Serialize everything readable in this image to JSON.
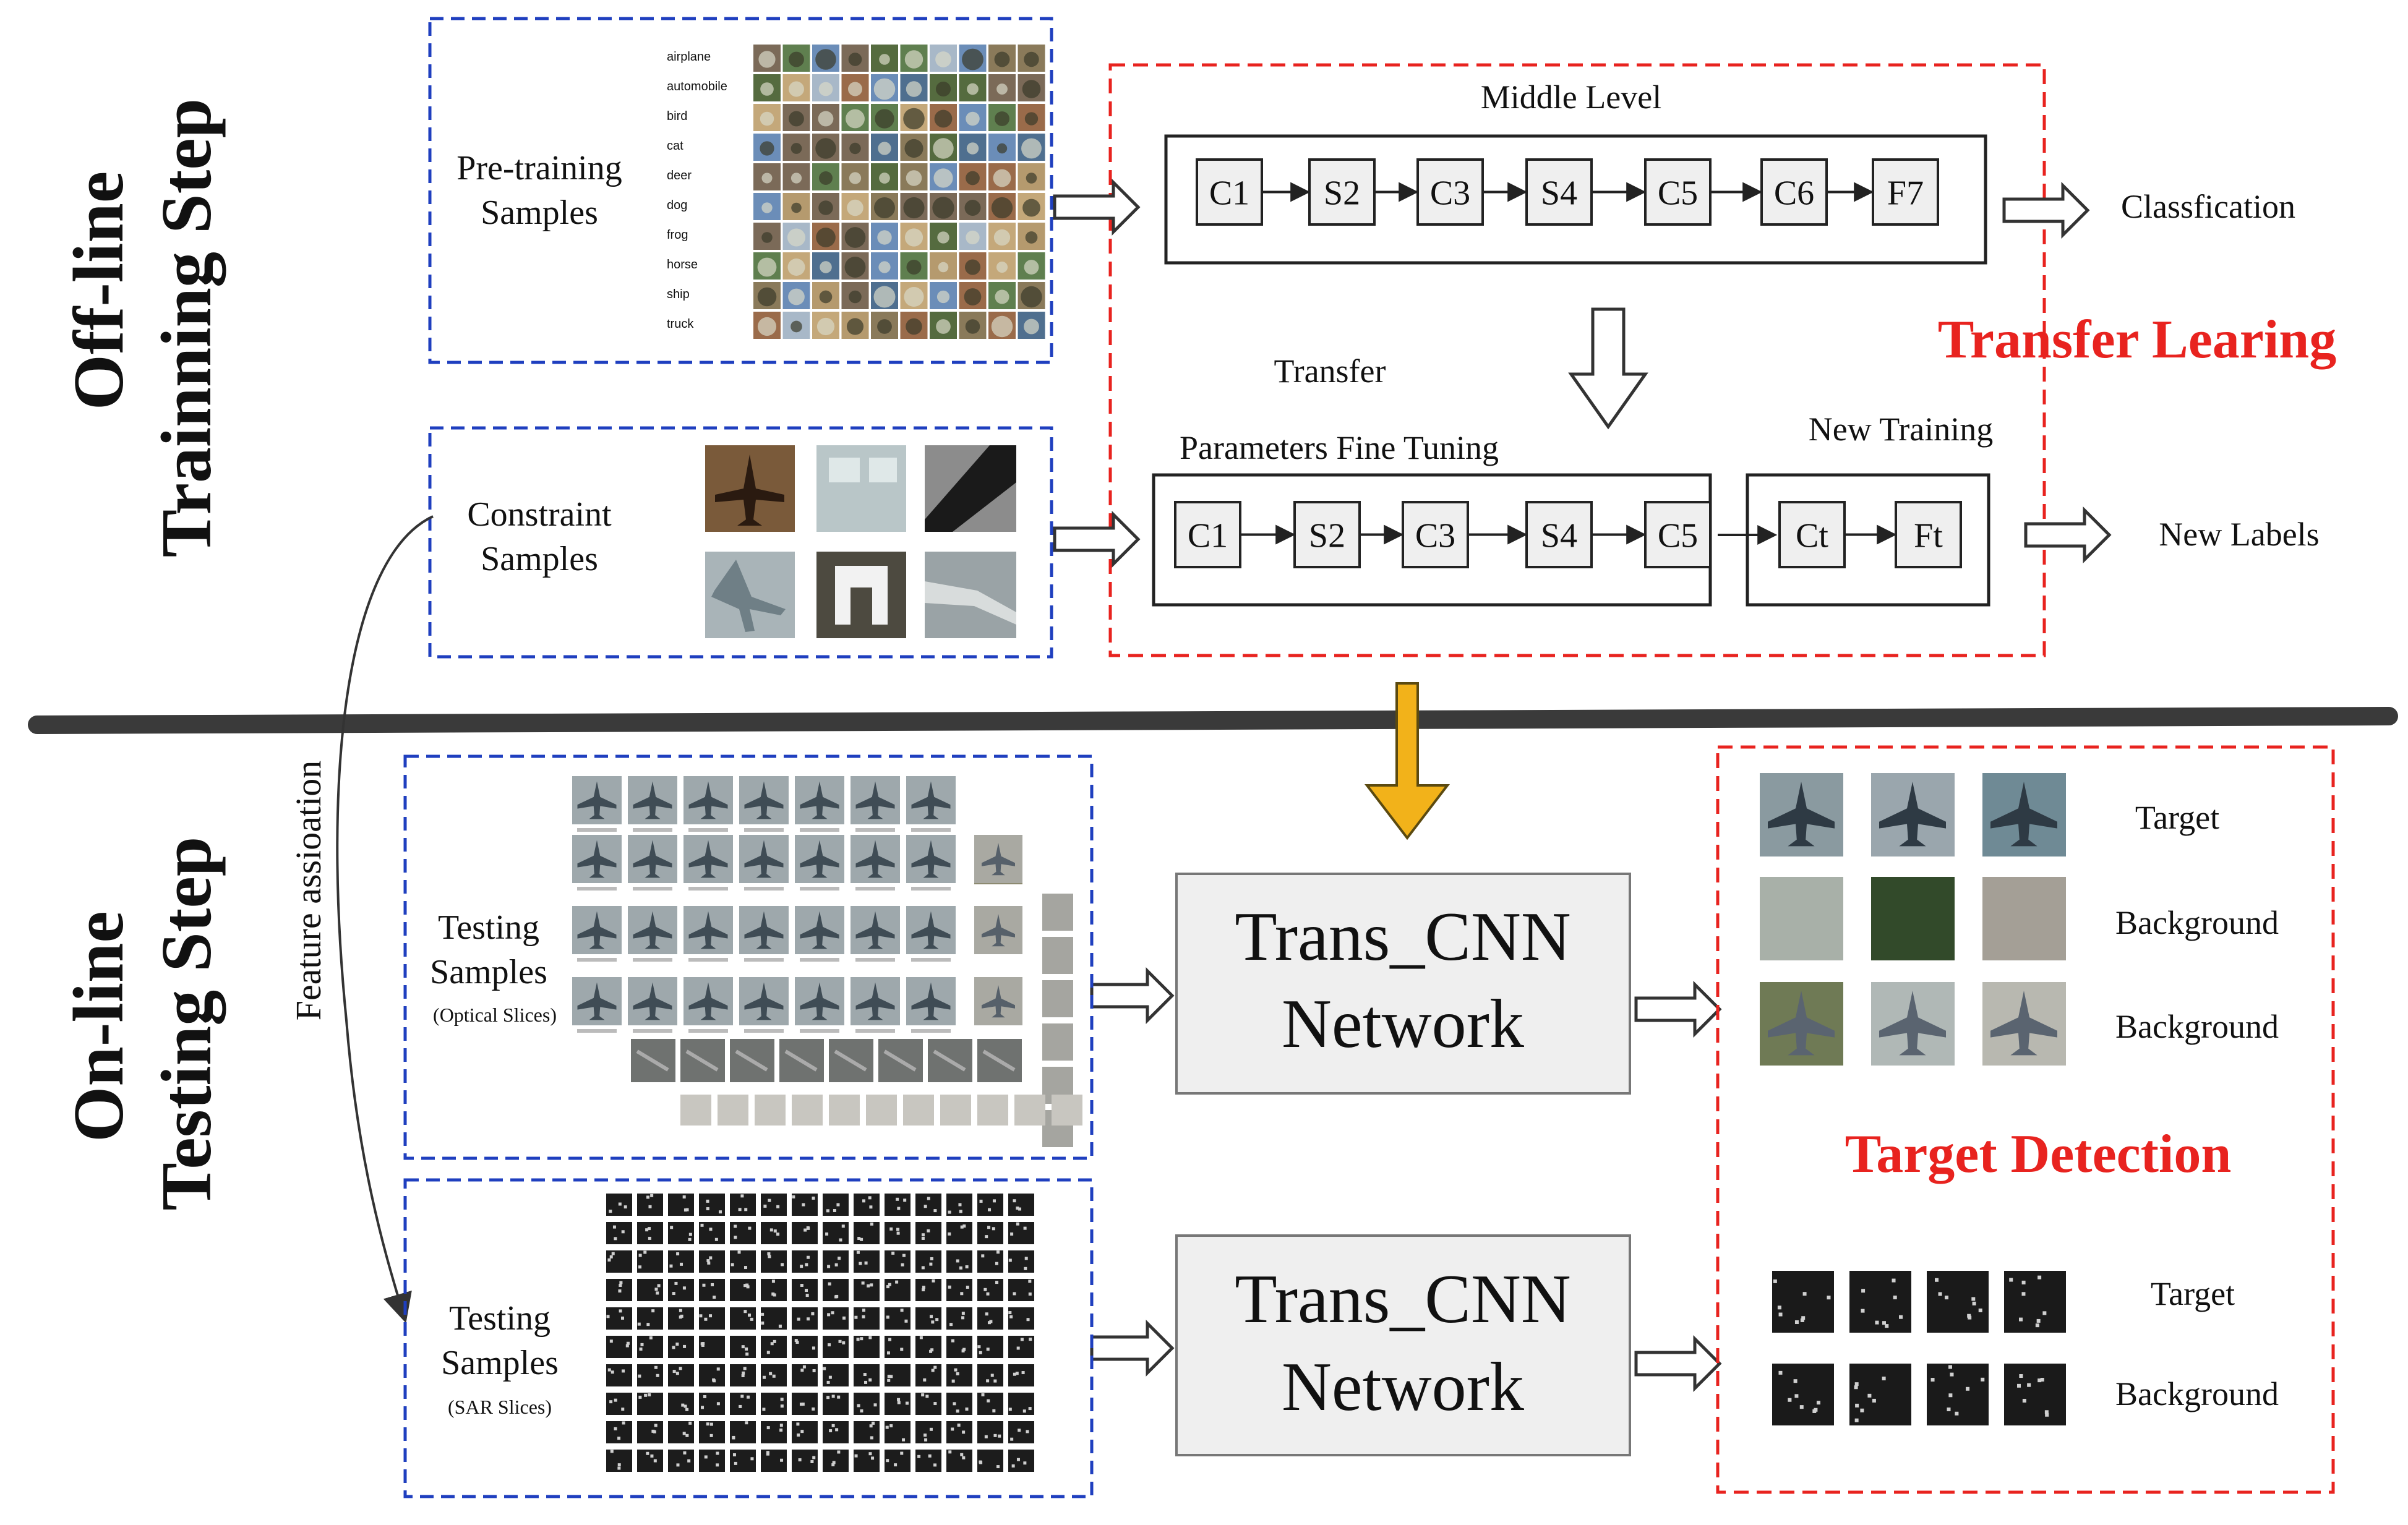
{
  "colors": {
    "blue_dash": "#1f3fbf",
    "red_dash": "#e8231f",
    "red_text": "#e8231f",
    "arrow_gold": "#f2b21a",
    "box_fill": "#efefef",
    "divider": "#3a3a3a"
  },
  "sections": {
    "offline": [
      "Off-line",
      "Trainning Step"
    ],
    "online": [
      "On-line",
      "Testing Step"
    ]
  },
  "feature_association": "Feature assioation",
  "offline": {
    "pretraining": {
      "title": [
        "Pre-training",
        "Samples"
      ],
      "classes": [
        "airplane",
        "automobile",
        "bird",
        "cat",
        "deer",
        "dog",
        "frog",
        "horse",
        "ship",
        "truck"
      ]
    },
    "constraint": {
      "title": [
        "Constraint",
        "Samples"
      ]
    },
    "middle_level": {
      "title": "Middle Level",
      "layers": [
        "C1",
        "S2",
        "C3",
        "S4",
        "C5",
        "C6",
        "F7"
      ],
      "output": "Classfication"
    },
    "transfer_label": "Transfer",
    "transfer_learning": "Transfer Learing",
    "fine_tuning": {
      "title": "Parameters Fine Tuning",
      "layers": [
        "C1",
        "S2",
        "C3",
        "S4",
        "C5"
      ]
    },
    "new_training": {
      "title": "New Training",
      "layers": [
        "Ct",
        "Ft"
      ],
      "output": "New Labels"
    }
  },
  "online": {
    "optical": {
      "title": [
        "Testing",
        "Samples"
      ],
      "subtitle": "(Optical Slices)"
    },
    "sar": {
      "title": [
        "Testing",
        "Samples"
      ],
      "subtitle": "(SAR Slices)"
    },
    "network_top": [
      "Trans_CNN",
      "Network"
    ],
    "network_bottom": [
      "Trans_CNN",
      "Network"
    ],
    "detection": {
      "title": "Target Detection",
      "optical_rows": [
        "Target",
        "Background",
        "Background"
      ],
      "sar_rows": [
        "Target",
        "Background"
      ]
    }
  }
}
